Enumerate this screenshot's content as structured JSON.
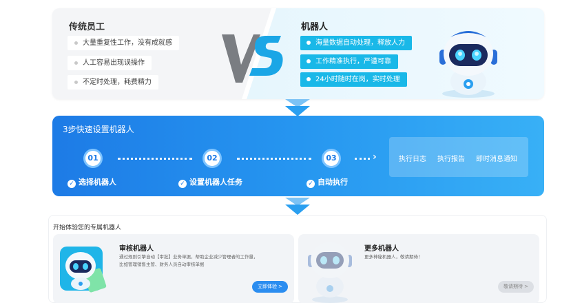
{
  "comparison": {
    "left": {
      "title": "传统员工",
      "items": [
        "大量重复性工作，没有成就感",
        "人工容易出现误操作",
        "不定时处理，耗费精力"
      ]
    },
    "right": {
      "title": "机器人",
      "items": [
        "海量数据自动处理，释放人力",
        "工作精准执行，严谨可靠",
        "24小时随时在岗，实时处理"
      ]
    }
  },
  "steps": {
    "title": "3步快速设置机器人",
    "items": [
      {
        "num": "01",
        "label": "选择机器人"
      },
      {
        "num": "02",
        "label": "设置机器人任务"
      },
      {
        "num": "03",
        "label": "自动执行"
      }
    ],
    "results": [
      "执行日志",
      "执行报告",
      "即时消息通知"
    ]
  },
  "start": {
    "title": "开始体验您的专属机器人",
    "cards": [
      {
        "title": "审核机器人",
        "desc_line1": "通过规则引擎自动【审批】业务单据，帮助企业减少管理者的工作量，",
        "desc_line2": "比如管理销售主管、财务人员自动审核单据",
        "button": "立即体验 >"
      },
      {
        "title": "更多机器人",
        "desc_line1": "更多神秘机器人，敬请期待！",
        "button": "敬请期待 >"
      }
    ]
  },
  "colors": {
    "accent": "#1d7be6",
    "accent_light": "#19b8e8",
    "muted_button": "#dcdfe4"
  }
}
